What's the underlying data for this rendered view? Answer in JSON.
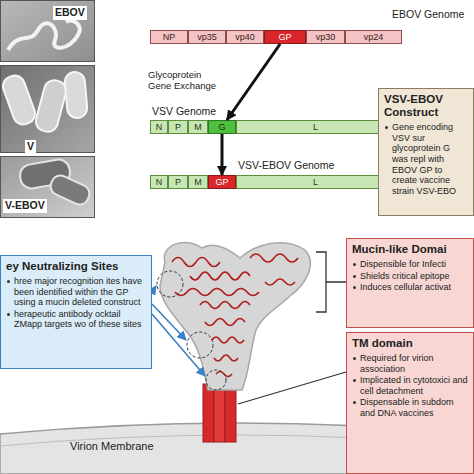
{
  "diagram": {
    "nodes": [
      {
        "text": [
          "EBOV"
        ]
      },
      {
        "text": [
          "V"
        ]
      },
      {
        "text": [
          "V-EBOV"
        ]
      },
      {
        "text": [
          "NP"
        ]
      },
      {
        "text": [
          "vp35"
        ]
      },
      {
        "text": [
          "vp40"
        ]
      },
      {
        "text": [
          "GP"
        ]
      },
      {
        "text": [
          "vp30"
        ]
      },
      {
        "text": [
          "vp24"
        ]
      },
      {
        "text": [
          "N"
        ]
      },
      {
        "text": [
          "P"
        ]
      },
      {
        "text": [
          "M"
        ]
      },
      {
        "text": [
          "G"
        ]
      },
      {
        "text": [
          "L"
        ]
      },
      {
        "text": [
          "N"
        ]
      },
      {
        "text": [
          "P"
        ]
      },
      {
        "text": [
          "M"
        ]
      },
      {
        "text": [
          "GP"
        ]
      },
      {
        "text": [
          "L"
        ]
      },
      {
        "text": [
          "VSV-EBOV Construct",
          "Gene encoding VSV sur glycoprotein G was repl with EBOV GP to create vaccine strain VSV-EBO"
        ]
      },
      {
        "text": [
          "ey Neutralizing Sites",
          "hree major recognition ites have been identified within the GP using a mucin deleted construct",
          "herapeutic antibody ocktail ZMapp targets wo of these sites"
        ]
      },
      {
        "text": [
          "Mucin-like Domai",
          "Dispensible for Infecti",
          "Shields critical epitope",
          "Induces cellular activat"
        ]
      },
      {
        "text": [
          "TM domain",
          "Required for virion association",
          "Implicated in cytotoxici and cell detachment",
          "Dispensable in subdom and DNA vaccines"
        ]
      }
    ],
    "edges": [
      {
        "from": 6,
        "to": 12,
        "arrow": "to"
      },
      {
        "from": 12,
        "to": 17,
        "arrow": "to"
      }
    ],
    "labels": [
      "EBOV Genome",
      "Glycoprotein Gene Exchange",
      "VSV Genome",
      "VSV-EBOV Genome",
      "Virion Membrane"
    ]
  }
}
